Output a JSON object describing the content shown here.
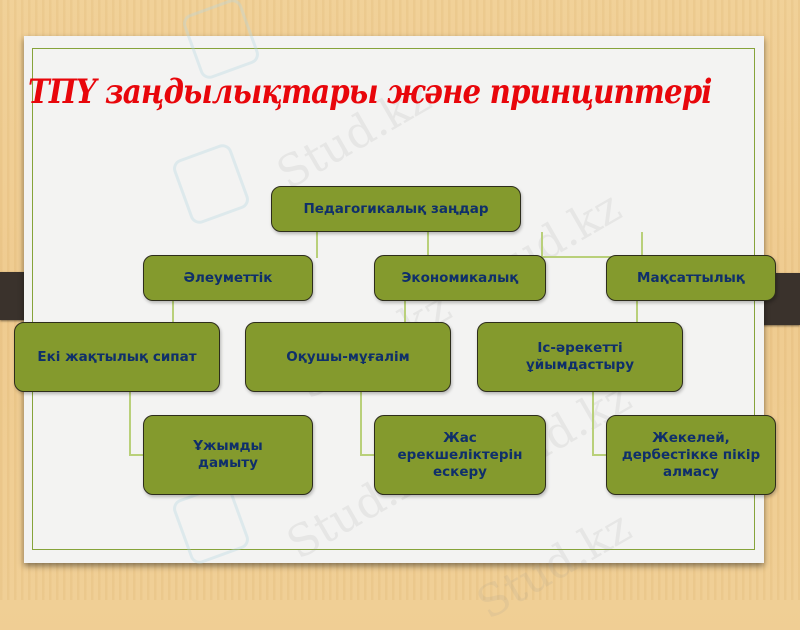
{
  "slide": {
    "title": "ТПҮ заңдылықтары және принциптері",
    "colors": {
      "title": "#e8060b",
      "node_fill": "#849a2d",
      "node_text": "#0f2f6a",
      "connector": "#b9d07a",
      "frame_border": "#86a33a",
      "background": "#eec98c"
    }
  },
  "diagram": {
    "root": {
      "label": "Педагогикалық заңдар"
    },
    "level1": [
      {
        "label": "Әлеуметтік"
      },
      {
        "label": "Экономикалық"
      },
      {
        "label": "Мақсаттылық"
      }
    ],
    "level2": [
      {
        "label": "Екі жақтылық сипат"
      },
      {
        "label": "Оқушы-мұғалім"
      },
      {
        "label": "Іс-әрекетті ұйымдастыру"
      }
    ],
    "level3": [
      {
        "label": "Ұжымды дамыту"
      },
      {
        "label": "Жас ерекшеліктерін ескеру"
      },
      {
        "label": "Жекелей, дербестікке пікір алмасу"
      }
    ]
  },
  "watermark": {
    "text": "Stud.kz"
  }
}
